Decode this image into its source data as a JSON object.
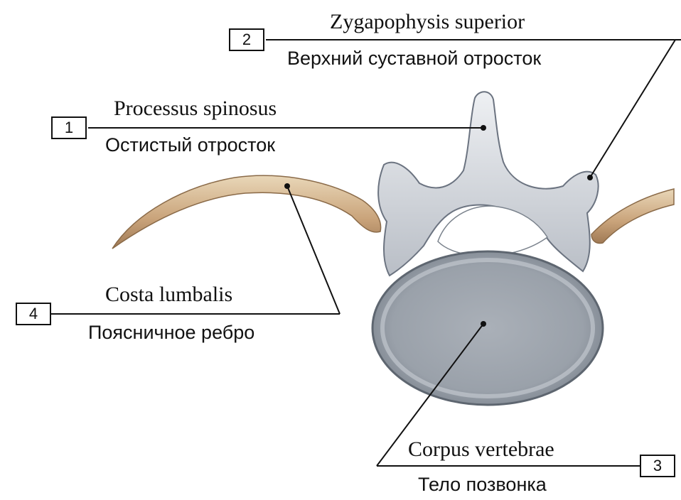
{
  "labels": [
    {
      "number": "1",
      "latin": "Processus spinosus",
      "russian": "Остистый отросток"
    },
    {
      "number": "2",
      "latin": "Zygapophysis superior",
      "russian": "Верхний суставной отросток"
    },
    {
      "number": "3",
      "latin": "Corpus vertebrae",
      "russian": "Тело позвонка"
    },
    {
      "number": "4",
      "latin": "Costa lumbalis",
      "russian": "Поясничное ребро"
    }
  ]
}
